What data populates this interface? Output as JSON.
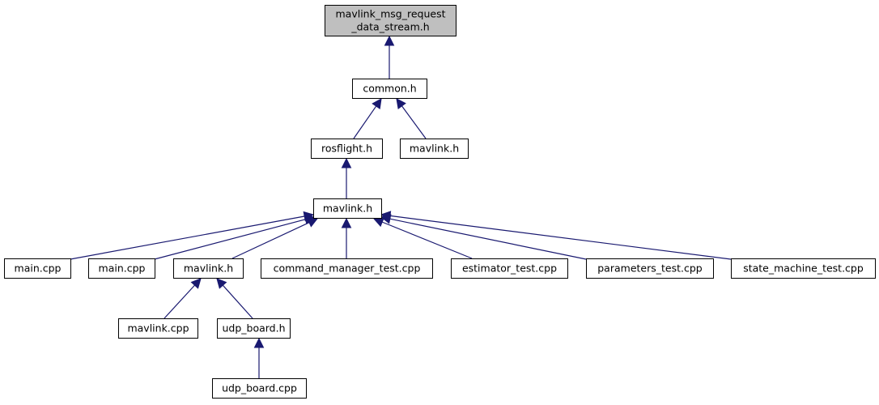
{
  "diagram": {
    "colors": {
      "root_fill": "#bfbfbf",
      "node_fill": "#ffffff",
      "border": "#000000",
      "edge": "#191970"
    },
    "nodes": [
      {
        "id": "root",
        "lines": [
          "mavlink_msg_request",
          "_data_stream.h"
        ],
        "highlight": true
      },
      {
        "id": "common_h",
        "lines": [
          "common.h"
        ]
      },
      {
        "id": "rosflight_h",
        "lines": [
          "rosflight.h"
        ]
      },
      {
        "id": "mavlink_h_a",
        "lines": [
          "mavlink.h"
        ]
      },
      {
        "id": "mavlink_h_b",
        "lines": [
          "mavlink.h"
        ]
      },
      {
        "id": "main_cpp_1",
        "lines": [
          "main.cpp"
        ]
      },
      {
        "id": "main_cpp_2",
        "lines": [
          "main.cpp"
        ]
      },
      {
        "id": "mavlink_h_c",
        "lines": [
          "mavlink.h"
        ]
      },
      {
        "id": "command_manager_test",
        "lines": [
          "command_manager_test.cpp"
        ]
      },
      {
        "id": "estimator_test",
        "lines": [
          "estimator_test.cpp"
        ]
      },
      {
        "id": "parameters_test",
        "lines": [
          "parameters_test.cpp"
        ]
      },
      {
        "id": "state_machine_test",
        "lines": [
          "state_machine_test.cpp"
        ]
      },
      {
        "id": "mavlink_cpp",
        "lines": [
          "mavlink.cpp"
        ]
      },
      {
        "id": "udp_board_h",
        "lines": [
          "udp_board.h"
        ]
      },
      {
        "id": "udp_board_cpp",
        "lines": [
          "udp_board.cpp"
        ]
      }
    ],
    "edges": [
      {
        "from": "common_h",
        "to": "root"
      },
      {
        "from": "rosflight_h",
        "to": "common_h"
      },
      {
        "from": "mavlink_h_a",
        "to": "common_h"
      },
      {
        "from": "mavlink_h_b",
        "to": "rosflight_h"
      },
      {
        "from": "main_cpp_1",
        "to": "mavlink_h_b"
      },
      {
        "from": "main_cpp_2",
        "to": "mavlink_h_b"
      },
      {
        "from": "mavlink_h_c",
        "to": "mavlink_h_b"
      },
      {
        "from": "command_manager_test",
        "to": "mavlink_h_b"
      },
      {
        "from": "estimator_test",
        "to": "mavlink_h_b"
      },
      {
        "from": "parameters_test",
        "to": "mavlink_h_b"
      },
      {
        "from": "state_machine_test",
        "to": "mavlink_h_b"
      },
      {
        "from": "mavlink_cpp",
        "to": "mavlink_h_c"
      },
      {
        "from": "udp_board_h",
        "to": "mavlink_h_c"
      },
      {
        "from": "udp_board_cpp",
        "to": "udp_board_h"
      }
    ]
  }
}
